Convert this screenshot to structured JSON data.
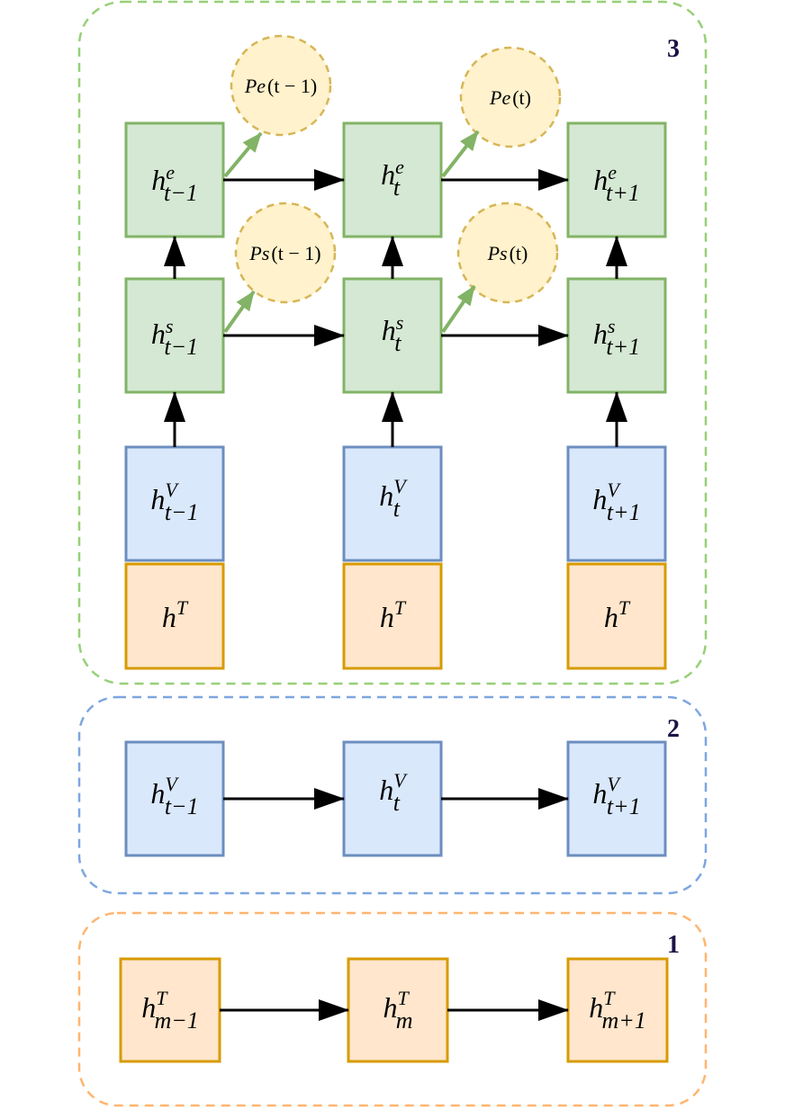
{
  "colors": {
    "green_fill": "#d5e8d4",
    "green_stroke": "#82b366",
    "blue_fill": "#dae8fc",
    "blue_stroke": "#6c8ebf",
    "orange_fill": "#ffe6cc",
    "orange_stroke": "#d79b00",
    "prob_fill": "#fff2cc",
    "prob_stroke": "#d6b656",
    "group3_border": "#97d077",
    "group2_border": "#7ea6e0",
    "group1_border": "#ffb570",
    "number_color": "#1a1446",
    "arrow_black": "#000000",
    "arrow_green": "#82b366"
  },
  "groups": {
    "g3_number": "3",
    "g2_number": "2",
    "g1_number": "1"
  },
  "g3": {
    "he": [
      {
        "base": "h",
        "sup": "e",
        "sub": "t−1"
      },
      {
        "base": "h",
        "sup": "e",
        "sub": "t"
      },
      {
        "base": "h",
        "sup": "e",
        "sub": "t+1"
      }
    ],
    "hs": [
      {
        "base": "h",
        "sup": "s",
        "sub": "t−1"
      },
      {
        "base": "h",
        "sup": "s",
        "sub": "t"
      },
      {
        "base": "h",
        "sup": "s",
        "sub": "t+1"
      }
    ],
    "hv": [
      {
        "base": "h",
        "sup": "V",
        "sub": "t−1"
      },
      {
        "base": "h",
        "sup": "V",
        "sub": "t"
      },
      {
        "base": "h",
        "sup": "V",
        "sub": "t+1"
      }
    ],
    "ht": [
      {
        "base": "h",
        "sup": "T",
        "sub": ""
      },
      {
        "base": "h",
        "sup": "T",
        "sub": ""
      },
      {
        "base": "h",
        "sup": "T",
        "sub": ""
      }
    ],
    "pe": [
      {
        "name": "Pe",
        "arg": "(t − 1)"
      },
      {
        "name": "Pe",
        "arg": "(t)"
      }
    ],
    "ps": [
      {
        "name": "Ps",
        "arg": "(t − 1)"
      },
      {
        "name": "Ps",
        "arg": "(t)"
      }
    ]
  },
  "g2": {
    "hv": [
      {
        "base": "h",
        "sup": "V",
        "sub": "t−1"
      },
      {
        "base": "h",
        "sup": "V",
        "sub": "t"
      },
      {
        "base": "h",
        "sup": "V",
        "sub": "t+1"
      }
    ]
  },
  "g1": {
    "ht": [
      {
        "base": "h",
        "sup": "T",
        "sub": "m−1"
      },
      {
        "base": "h",
        "sup": "T",
        "sub": "m"
      },
      {
        "base": "h",
        "sup": "T",
        "sub": "m+1"
      }
    ]
  }
}
